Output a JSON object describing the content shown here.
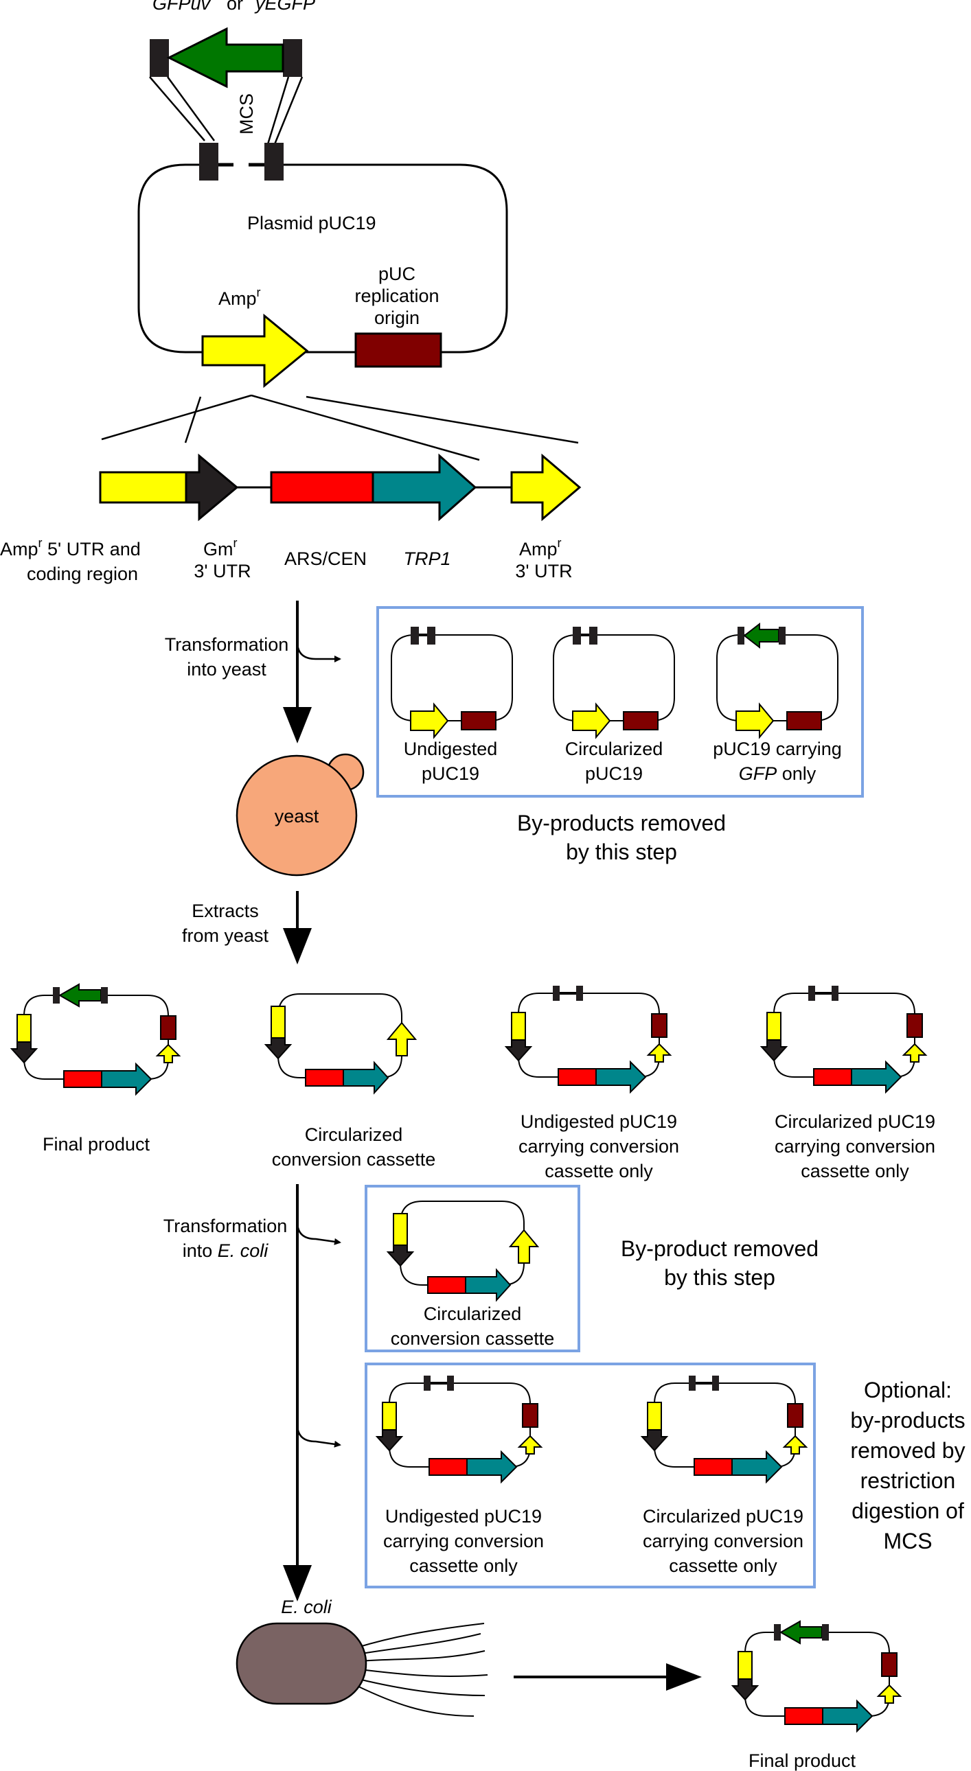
{
  "colors": {
    "amp": "#ffff00",
    "gm": "#231f20",
    "ars": "#ff0000",
    "trp": "#00868b",
    "ori": "#800000",
    "gfp": "#007700",
    "yeast": "#f7a77a",
    "ecoli": "#7a6363",
    "box": "#7ba3e3"
  },
  "top": {
    "gfp_label_1": "GFPuv",
    "gfp_label_or": "or",
    "gfp_label_2": "yEGFP",
    "mcs": "MCS",
    "plasmid": "Plasmid pUC19",
    "amp": "Amp",
    "amp_sup": "r",
    "ori_1": "pUC",
    "ori_2": "replication",
    "ori_3": "origin"
  },
  "cassette": {
    "amp5_1": "Amp",
    "amp5_sup": "r",
    "amp5_1b": " 5' UTR and",
    "amp5_2": "coding region",
    "gm_1": "Gm",
    "gm_sup": "r",
    "gm_2": "3' UTR",
    "ars": "ARS/CEN",
    "trp": "TRP1",
    "amp3_1": "Amp",
    "amp3_sup": "r",
    "amp3_2": "3' UTR"
  },
  "step1": {
    "label_1": "Transformation",
    "label_2": "into yeast",
    "items": [
      {
        "l1": "Undigested",
        "l2": "pUC19"
      },
      {
        "l1": "Circularized",
        "l2": "pUC19"
      },
      {
        "l1": "pUC19 carrying",
        "l2": "GFP",
        "l2b": " only"
      }
    ],
    "removed_1": "By-products removed",
    "removed_2": "by this step",
    "yeast": "yeast"
  },
  "step2": {
    "label_1": "Extracts",
    "label_2": "from yeast",
    "products": [
      {
        "l1": "Final product",
        "l2": "",
        "l3": ""
      },
      {
        "l1": "Circularized",
        "l2": "conversion cassette",
        "l3": ""
      },
      {
        "l1": "Undigested pUC19",
        "l2": "carrying conversion",
        "l3": "cassette only"
      },
      {
        "l1": "Circularized pUC19",
        "l2": "carrying conversion",
        "l3": "cassette only"
      }
    ]
  },
  "step3": {
    "label_1": "Transformation",
    "label_2a": "into ",
    "label_2b": "E. coli",
    "box1_1": "Circularized",
    "box1_2": "conversion cassette",
    "removed_1": "By-product removed",
    "removed_2": "by this step",
    "box2_items": [
      {
        "l1": "Undigested pUC19",
        "l2": "carrying conversion",
        "l3": "cassette only"
      },
      {
        "l1": "Circularized pUC19",
        "l2": "carrying conversion",
        "l3": "cassette only"
      }
    ],
    "optional": [
      "Optional:",
      "by-products",
      "removed by",
      "restriction",
      "digestion of",
      "MCS"
    ],
    "ecoli": "E. coli",
    "final": "Final product"
  }
}
